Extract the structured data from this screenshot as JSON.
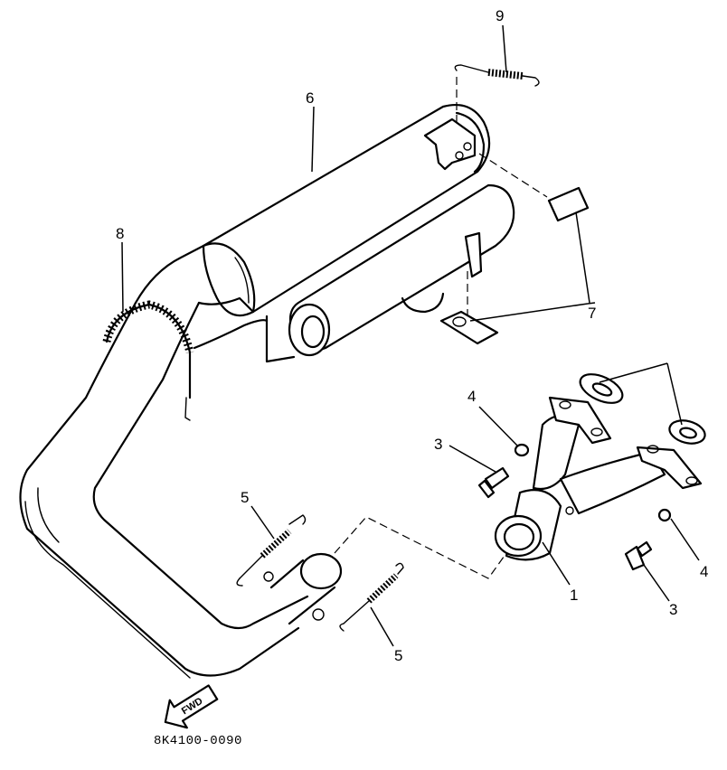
{
  "diagram": {
    "code": "8K4100-0090",
    "fwd": "FWD",
    "labels": {
      "l1": "1",
      "l3a": "3",
      "l3b": "3",
      "l4a": "4",
      "l4b": "4",
      "l5a": "5",
      "l5b": "5",
      "l6": "6",
      "l7": "7",
      "l8": "8",
      "l9": "9"
    }
  }
}
